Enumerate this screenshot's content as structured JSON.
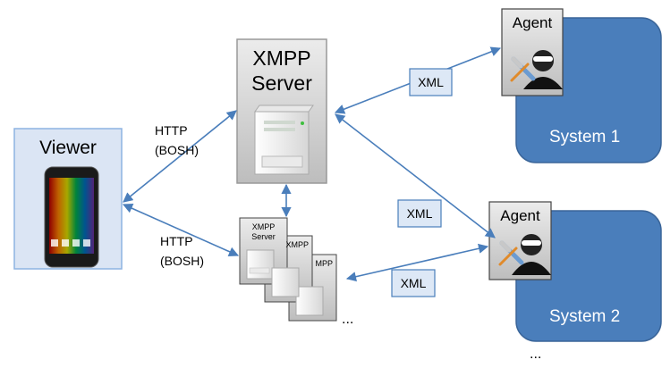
{
  "viewer": {
    "title": "Viewer"
  },
  "xmpp_main": {
    "line1": "XMPP",
    "line2": "Server"
  },
  "xmpp_cluster": {
    "line1": "XMPP",
    "line2": "Server",
    "ellipsis": "..."
  },
  "link_labels": {
    "http_top_1": "HTTP",
    "http_top_2": "(BOSH)",
    "http_bottom_1": "HTTP",
    "http_bottom_2": "(BOSH)"
  },
  "envelopes": {
    "xml_top": "XML",
    "xml_middle": "XML",
    "xml_bottom": "XML"
  },
  "system1": {
    "label": "System 1",
    "agent": "Agent"
  },
  "system2": {
    "label": "System 2",
    "agent": "Agent",
    "ellipsis": "..."
  },
  "colors": {
    "system_fill": "#4a7ebb",
    "system_stroke": "#3a6599",
    "viewer_fill": "#dbe5f4",
    "arrow": "#4a7ebb",
    "envelope_fill": "#dde8f6"
  }
}
